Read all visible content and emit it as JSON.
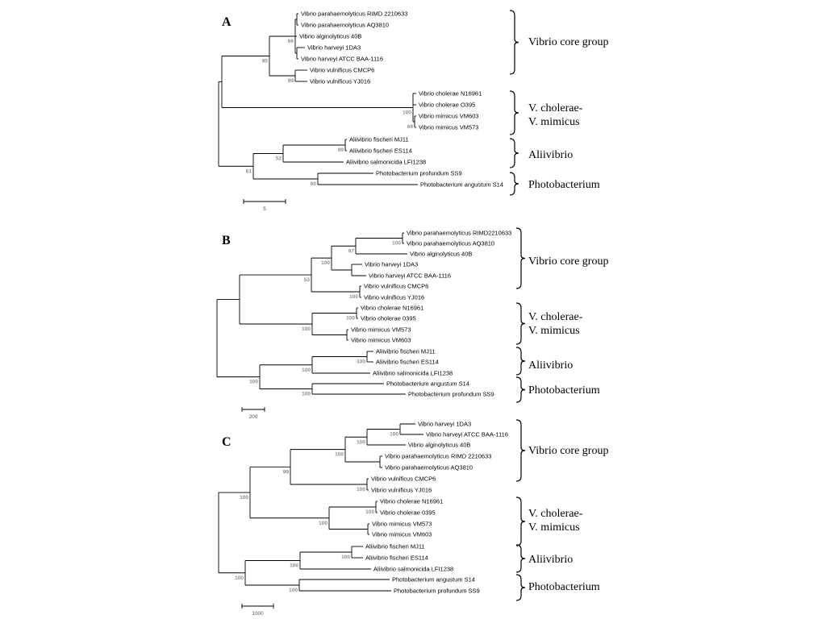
{
  "panels": [
    {
      "label": "A",
      "scale_label": "5",
      "leaves": [
        "Vibrio parahaemolyticus RIMD 2210633",
        "Vibrio parahaemolyticus AQ3810",
        "Vibrio alginolyticus 40B",
        "Vibrio harveyi 1DA3",
        "Vibrio harveyi ATCC BAA-1116",
        "Vibrio vulnificus CMCP6",
        "Vibrio vulnificus YJ016",
        "Vibrio cholerae N16961",
        "Vibrio cholerae O395",
        "Vibrio mimicus VM603",
        "Vibrio mimicus VM573",
        "Aliivibrio fischeri MJ11",
        "Aliivibrio fischeri ES114",
        "Aliivibrio salmonicida LFI1238",
        "Photobacterium profundum SS9",
        "Photobacterium angustum S14"
      ],
      "bootstraps": [
        "66",
        "95",
        "99",
        "100",
        "69",
        "99",
        "52",
        "61",
        "60"
      ],
      "groups": [
        "Vibrio core group",
        "V. cholerae-",
        "V. mimicus",
        "Aliivibrio",
        "Photobacterium"
      ]
    },
    {
      "label": "B",
      "scale_label": "200",
      "leaves": [
        "Vibrio parahaemolyticus RIMD2210633",
        "Vibrio parahaemolyticus AQ3810",
        "Vibrio alginolyticus 40B",
        "Vibrio harveyi 1DA3",
        "Vibrio harveyi ATCC BAA-1116",
        "Vibrio vulnificus CMCP6",
        "Vibrio vulnificus YJ016",
        "Vibrio cholerae N16961",
        "Vibrio cholerae 0395",
        "Vibrio mimicus VM573",
        "Vibrio mimicus VM603",
        "Aliivibrio fischeri MJ11",
        "Aliivibrio fischeri ES114",
        "Aliivibrio salmonicida LFI1238",
        "Photobacterium angustum S14",
        "Photobacterium profundum SS9"
      ],
      "bootstraps": [
        "100",
        "97",
        "100",
        "53",
        "100",
        "100",
        "100",
        "100",
        "100",
        "100",
        "100"
      ],
      "groups": [
        "Vibrio core group",
        "V. cholerae-",
        "V. mimicus",
        "Aliivibrio",
        "Photobacterium"
      ]
    },
    {
      "label": "C",
      "scale_label": "1000",
      "leaves": [
        "Vibrio harveyi 1DA3",
        "Vibrio harveyi ATCC BAA-1116",
        "Vibrio alginolyticus 40B",
        "Vibrio parahaemolyticus RIMD 2210633",
        "Vibrio parahaemolyticus AQ3810",
        "Vibrio vulnificus CMCP6",
        "Vibrio vulnificus YJ016",
        "Vibrio cholerae N16961",
        "Vibrio cholerae 0395",
        "Vibrio mimicus VM573",
        "Vibrio mimicus VM603",
        "Aliivibrio fischeri MJ11",
        "Aliivibrio fischeri ES114",
        "Aliivibrio salmonicida LFI1238",
        "Photobacterium angustum S14",
        "Photobacterium profundum SS9"
      ],
      "bootstraps": [
        "100",
        "100",
        "100",
        "99",
        "100",
        "100",
        "100",
        "100",
        "100",
        "100",
        "100",
        "100"
      ],
      "groups": [
        "Vibrio core group",
        "V. cholerae-",
        "V. mimicus",
        "Aliivibrio",
        "Photobacterium"
      ]
    }
  ]
}
